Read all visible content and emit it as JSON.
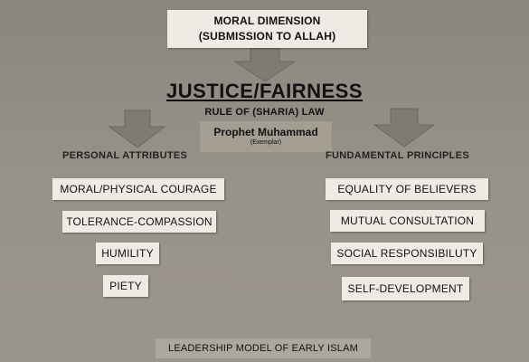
{
  "top_box": {
    "line1": "MORAL DIMENSION",
    "line2": "(SUBMISSION TO ALLAH)"
  },
  "title": "JUSTICE/FAIRNESS",
  "subtitle": "RULE OF (SHARIA) LAW",
  "center_box": {
    "name": "Prophet Muhammad",
    "note": "(Exemplar)"
  },
  "left_column": {
    "heading": "PERSONAL ATTRIBUTES",
    "items": [
      "MORAL/PHYSICAL COURAGE",
      "TOLERANCE-COMPASSION",
      "HUMILITY",
      "PIETY"
    ]
  },
  "right_column": {
    "heading": "FUNDAMENTAL PRINCIPLES",
    "items": [
      "EQUALITY OF BELIEVERS",
      "MUTUAL CONSULTATION",
      "SOCIAL RESPONSIBILUTY",
      "SELF-DEVELOPMENT"
    ]
  },
  "footer": "LEADERSHIP MODEL OF EARLY ISLAM",
  "colors": {
    "background": "#99948a",
    "box_fill": "#eeeae4",
    "arrow_fill": "#7f7a72"
  }
}
